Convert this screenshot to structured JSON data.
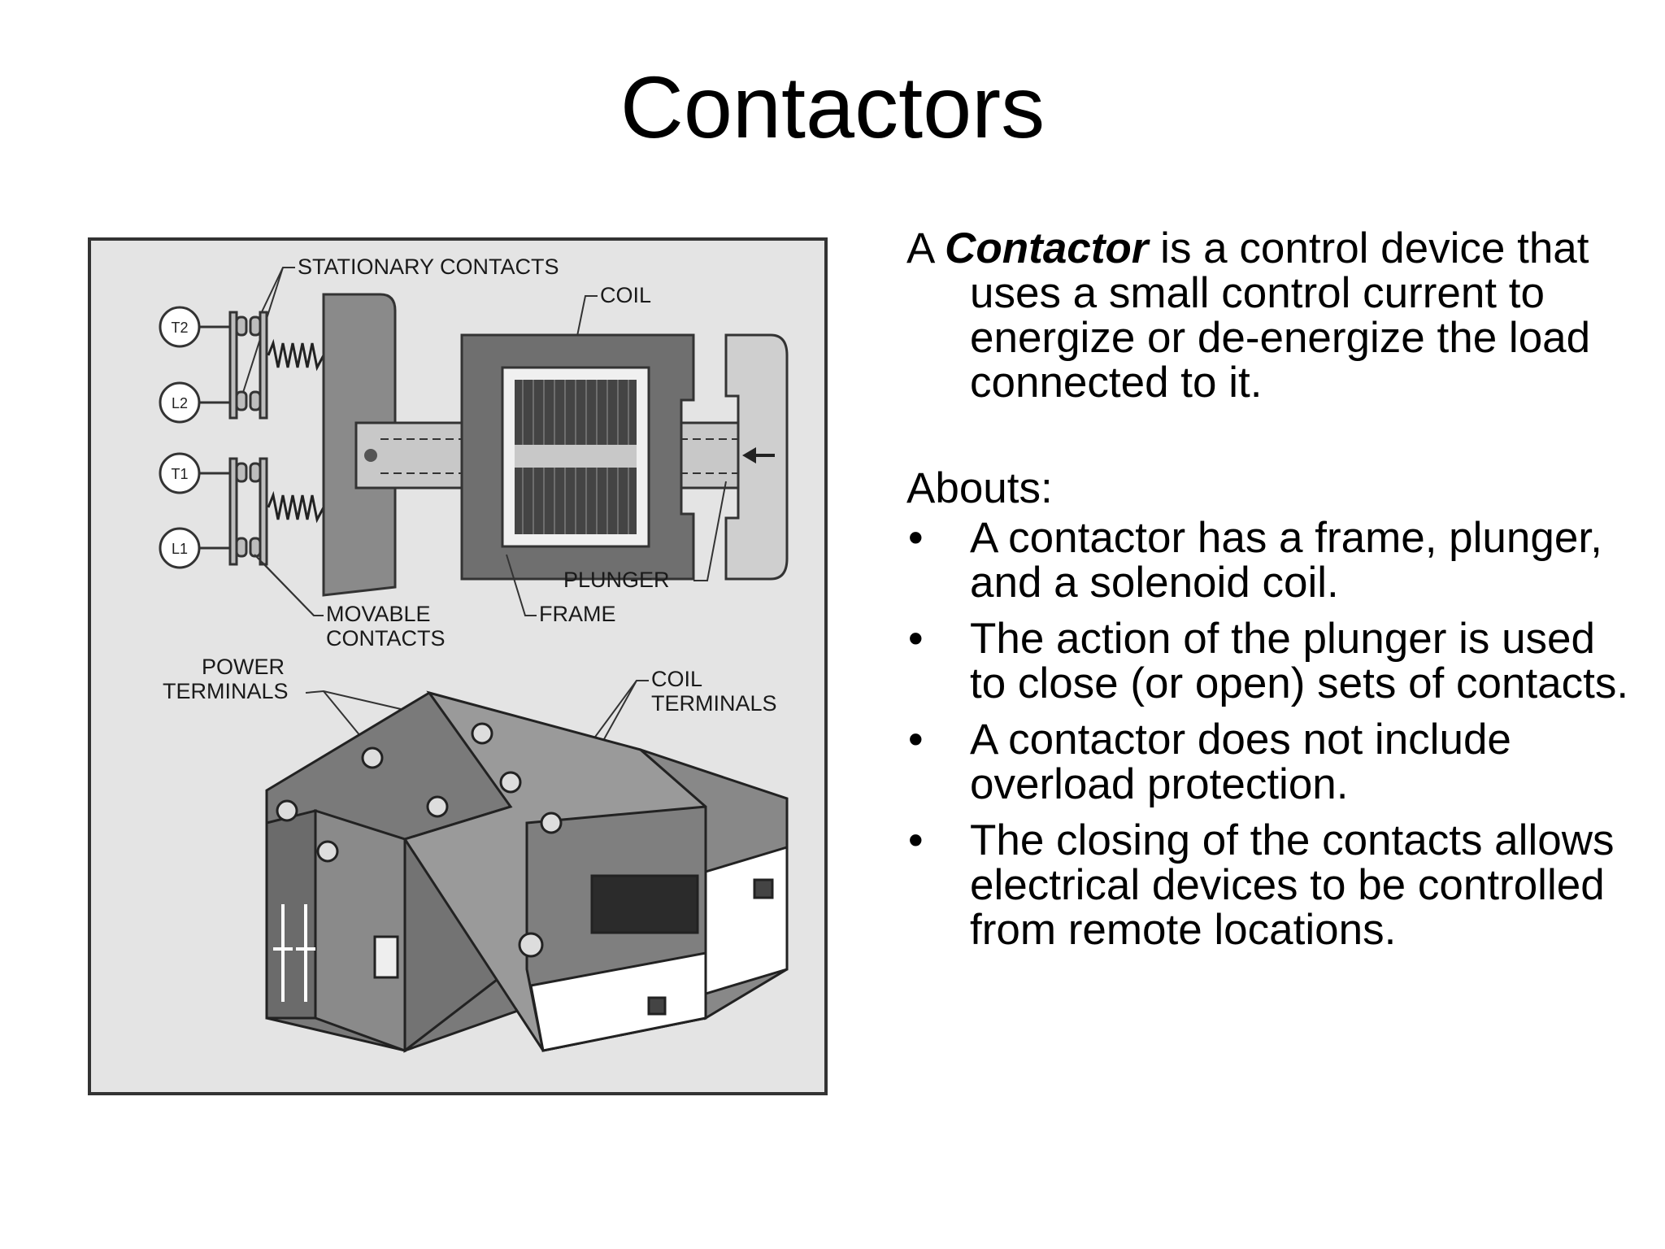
{
  "slide": {
    "title": "Contactors",
    "intro": {
      "prefix": "A ",
      "term": "Contactor",
      "rest": " is a control device that uses a small control current to energize or de-energize the load connected to it."
    },
    "abouts_label": "Abouts:",
    "bullets": [
      "A contactor has a frame, plunger, and a solenoid coil.",
      "The action of the plunger is used to close (or open) sets of contacts.",
      "A contactor does not include overload protection.",
      "The closing of the contacts allows electrical devices to be controlled from remote locations."
    ],
    "bullet_symbol": "•"
  },
  "figure": {
    "labels": {
      "stationary_contacts": "STATIONARY CONTACTS",
      "coil": "COIL",
      "plunger": "PLUNGER",
      "frame": "FRAME",
      "movable_contacts_1": "MOVABLE",
      "movable_contacts_2": "CONTACTS",
      "power_terminals_1": "POWER",
      "power_terminals_2": "TERMINALS",
      "coil_terminals_1": "COIL",
      "coil_terminals_2": "TERMINALS"
    },
    "terminals": [
      "T2",
      "L2",
      "T1",
      "L1"
    ]
  }
}
